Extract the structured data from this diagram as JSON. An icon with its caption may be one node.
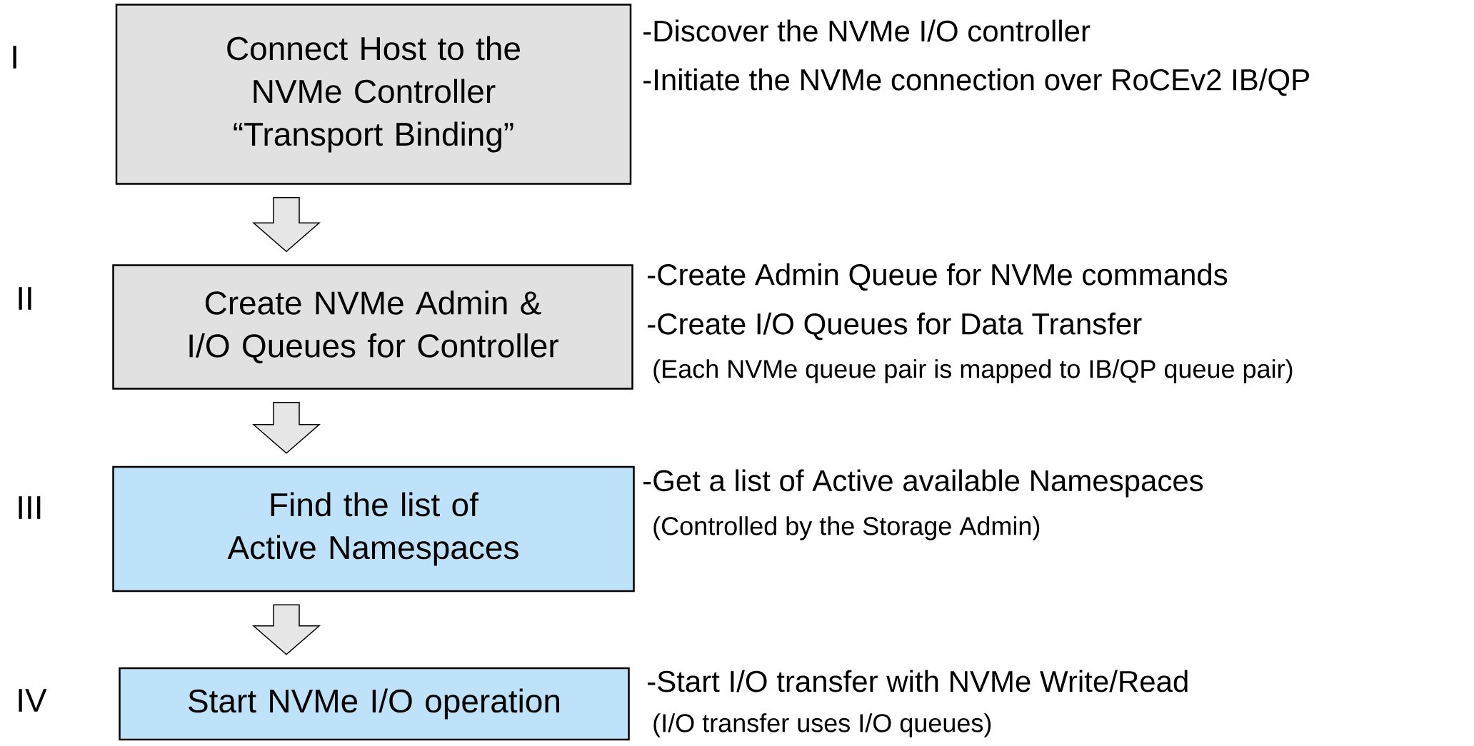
{
  "diagram": {
    "nodes": [
      {
        "text": [
          "Connect Host to the NVMe Controller",
          "“Transport Binding”"
        ],
        "beside": [
          "-Discover the NVMe I/O controller",
          "-Initiate the NVMe connection over RoCEv2 IB/QP"
        ]
      },
      {
        "text": [
          "Create NVMe Admin & I/O Queues for Controller"
        ],
        "beside": [
          "-Create Admin Queue for NVMe commands",
          "-Create I/O Queues for Data Transfer",
          "(Each NVMe queue pair is mapped to IB/QP queue pair)"
        ]
      },
      {
        "text": [
          "Find the list of Active Namespaces"
        ],
        "beside": [
          "-Get a list of Active available Namespaces",
          "(Controlled by the Storage Admin)"
        ]
      },
      {
        "text": [
          "Start NVMe I/O operation"
        ],
        "beside": [
          "-Start I/O transfer with NVMe Write/Read",
          "(I/O transfer uses I/O queues)"
        ]
      }
    ],
    "edges": [
      {
        "from": 0,
        "to": 1,
        "arrow": "to"
      },
      {
        "from": 1,
        "to": 2,
        "arrow": "to"
      },
      {
        "from": 2,
        "to": 3,
        "arrow": "to"
      }
    ],
    "labels": [
      "I",
      "II",
      "III",
      "IV"
    ]
  }
}
